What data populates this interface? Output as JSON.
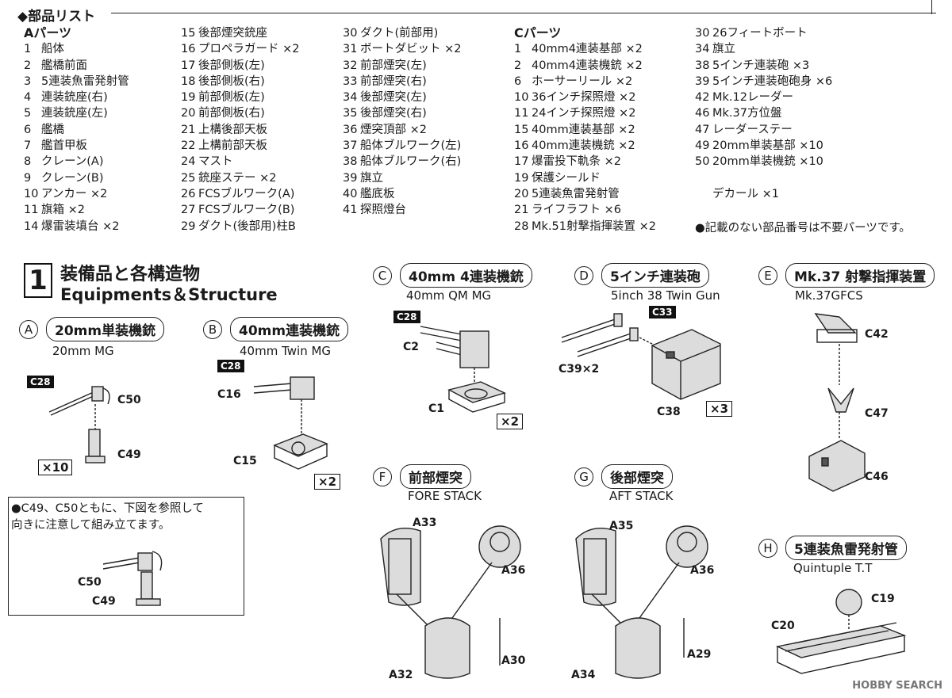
{
  "header": "◆部品リスト",
  "parts_a": {
    "title": "Aパーツ",
    "col1": [
      [
        "1",
        "船体"
      ],
      [
        "2",
        "艦橋前面"
      ],
      [
        "3",
        "5連装魚雷発射管"
      ],
      [
        "4",
        "連装銃座(右)"
      ],
      [
        "5",
        "連装銃座(左)"
      ],
      [
        "6",
        "艦橋"
      ],
      [
        "7",
        "艦首甲板"
      ],
      [
        "8",
        "クレーン(A)"
      ],
      [
        "9",
        "クレーン(B)"
      ],
      [
        "10",
        "アンカー ×2"
      ],
      [
        "11",
        "旗箱 ×2"
      ],
      [
        "14",
        "爆雷装填台 ×2"
      ]
    ],
    "col2": [
      [
        "15",
        "後部煙突銃座"
      ],
      [
        "16",
        "プロペラガード ×2"
      ],
      [
        "17",
        "後部側板(左)"
      ],
      [
        "18",
        "後部側板(右)"
      ],
      [
        "19",
        "前部側板(左)"
      ],
      [
        "20",
        "前部側板(右)"
      ],
      [
        "21",
        "上構後部天板"
      ],
      [
        "22",
        "上構前部天板"
      ],
      [
        "24",
        "マスト"
      ],
      [
        "25",
        "銃座ステー ×2"
      ],
      [
        "26",
        "FCSブルワーク(A)"
      ],
      [
        "27",
        "FCSブルワーク(B)"
      ],
      [
        "29",
        "ダクト(後部用)柱B"
      ]
    ],
    "col3": [
      [
        "30",
        "ダクト(前部用)"
      ],
      [
        "31",
        "ボートダビット ×2"
      ],
      [
        "32",
        "前部煙突(左)"
      ],
      [
        "33",
        "前部煙突(右)"
      ],
      [
        "34",
        "後部煙突(左)"
      ],
      [
        "35",
        "後部煙突(右)"
      ],
      [
        "36",
        "煙突頂部 ×2"
      ],
      [
        "37",
        "船体ブルワーク(左)"
      ],
      [
        "38",
        "船体ブルワーク(右)"
      ],
      [
        "39",
        "旗立"
      ],
      [
        "40",
        "艦底板"
      ],
      [
        "41",
        "探照燈台"
      ]
    ]
  },
  "parts_c": {
    "title": "Cパーツ",
    "col1": [
      [
        "1",
        "40mm4連装基部 ×2"
      ],
      [
        "2",
        "40mm4連装機銃 ×2"
      ],
      [
        "6",
        "ホーサーリール ×2"
      ],
      [
        "10",
        "36インチ探照燈 ×2"
      ],
      [
        "11",
        "24インチ探照燈 ×2"
      ],
      [
        "15",
        "40mm連装基部 ×2"
      ],
      [
        "16",
        "40mm連装機銃 ×2"
      ],
      [
        "17",
        "爆雷投下軌条 ×2"
      ],
      [
        "19",
        "保護シールド"
      ],
      [
        "20",
        "5連装魚雷発射管"
      ],
      [
        "21",
        "ライフラフト ×6"
      ],
      [
        "28",
        "Mk.51射撃指揮装置 ×2"
      ]
    ],
    "col2": [
      [
        "30",
        "26フィートボート"
      ],
      [
        "34",
        "旗立"
      ],
      [
        "38",
        "5インチ連装砲 ×3"
      ],
      [
        "39",
        "5インチ連装砲砲身 ×6"
      ],
      [
        "42",
        "Mk.12レーダー"
      ],
      [
        "46",
        "Mk.37方位盤"
      ],
      [
        "47",
        "レーダーステー"
      ],
      [
        "49",
        "20mm単装基部 ×10"
      ],
      [
        "50",
        "20mm単装機銃 ×10"
      ],
      [
        "",
        ""
      ],
      [
        "",
        "デカール ×1"
      ]
    ],
    "note": "●記載のない部品番号は不要パーツです。"
  },
  "step": {
    "number": "1",
    "jp": "装備品と各構造物",
    "en": "Equipments＆Structure"
  },
  "sections": {
    "A": {
      "letter": "A",
      "jp": "20mm単装機銃",
      "en": "20mm MG",
      "labels": [
        "C28",
        "C50",
        "C49"
      ],
      "mult": "×10"
    },
    "B": {
      "letter": "B",
      "jp": "40mm連装機銃",
      "en": "40mm Twin MG",
      "labels": [
        "C28",
        "C16",
        "C15"
      ],
      "mult": "×2"
    },
    "C": {
      "letter": "C",
      "jp": "40mm 4連装機銃",
      "en": "40mm QM MG",
      "labels": [
        "C28",
        "C2",
        "C1"
      ],
      "mult": "×2"
    },
    "D": {
      "letter": "D",
      "jp": "5インチ連装砲",
      "en": "5inch 38 Twin Gun",
      "labels": [
        "C33",
        "C39×2",
        "C38"
      ],
      "mult": "×3"
    },
    "E": {
      "letter": "E",
      "jp": "Mk.37 射撃指揮装置",
      "en": "Mk.37GFCS",
      "labels": [
        "C42",
        "C47",
        "C46"
      ]
    },
    "F": {
      "letter": "F",
      "jp": "前部煙突",
      "en": "FORE STACK",
      "labels": [
        "A33",
        "A36",
        "A30",
        "A32"
      ]
    },
    "G": {
      "letter": "G",
      "jp": "後部煙突",
      "en": "AFT STACK",
      "labels": [
        "A35",
        "A36",
        "A29",
        "A34"
      ]
    },
    "H": {
      "letter": "H",
      "jp": "5連装魚雷発射管",
      "en": "Quintuple T.T",
      "labels": [
        "C19",
        "C20"
      ]
    }
  },
  "note_box": {
    "line1": "●C49、C50ともに、下図を参照して",
    "line2": "向きに注意して組み立てます。",
    "labels": [
      "C50",
      "C49"
    ]
  },
  "watermark": "HOBBY SEARCH"
}
